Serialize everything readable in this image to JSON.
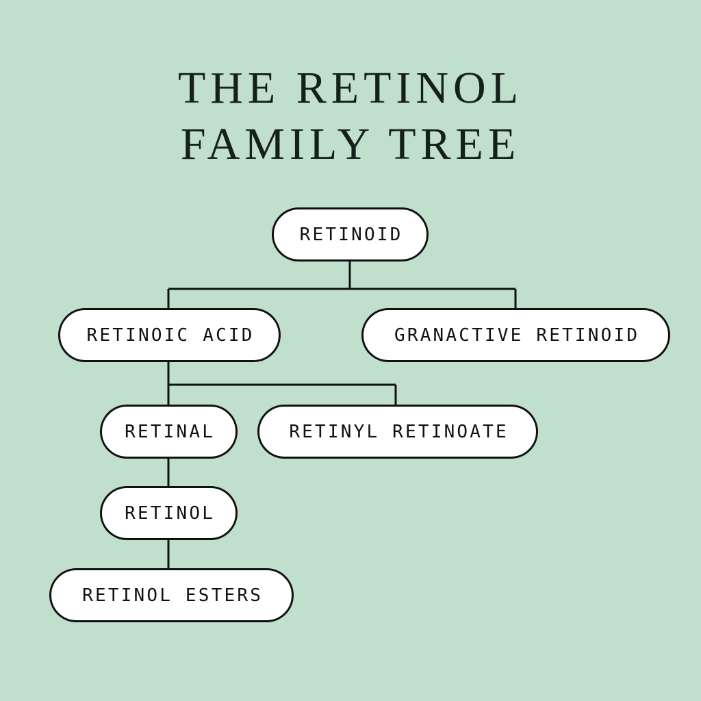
{
  "poster": {
    "background_color": "#c0dfcd",
    "ink_color": "#111111",
    "node_fill_color": "#ffffff"
  },
  "title": {
    "line1": "THE RETINOL",
    "line2": "FAMILY TREE",
    "full": "THE RETINOL FAMILY TREE",
    "color": "#15201a"
  },
  "tree": {
    "nodes": [
      {
        "id": "retinoid",
        "label": "RETINOID",
        "level": 0
      },
      {
        "id": "retinoic-acid",
        "label": "RETINOIC ACID",
        "level": 1
      },
      {
        "id": "granactive-retinoid",
        "label": "GRANACTIVE RETINOID",
        "level": 1
      },
      {
        "id": "retinal",
        "label": "RETINAL",
        "level": 2
      },
      {
        "id": "retinyl-retinoate",
        "label": "RETINYL RETINOATE",
        "level": 2
      },
      {
        "id": "retinol",
        "label": "RETINOL",
        "level": 3
      },
      {
        "id": "retinol-esters",
        "label": "RETINOL ESTERS",
        "level": 4
      }
    ],
    "edges": [
      {
        "from": "retinoid",
        "to": "retinoic-acid"
      },
      {
        "from": "retinoid",
        "to": "granactive-retinoid"
      },
      {
        "from": "retinoic-acid",
        "to": "retinal"
      },
      {
        "from": "retinoic-acid",
        "to": "retinyl-retinoate"
      },
      {
        "from": "retinal",
        "to": "retinol"
      },
      {
        "from": "retinol",
        "to": "retinol-esters"
      }
    ]
  }
}
